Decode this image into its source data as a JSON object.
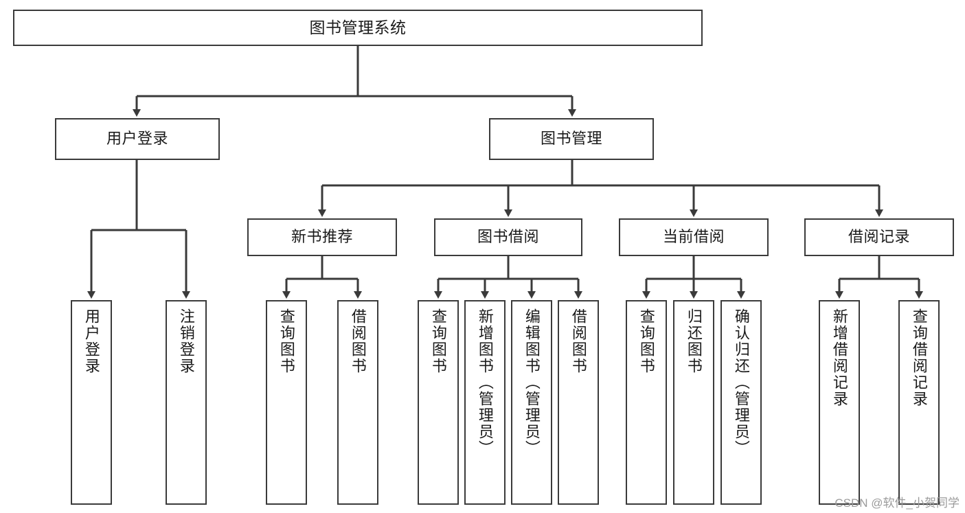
{
  "diagram": {
    "title": "图书管理系统",
    "type": "tree",
    "root": {
      "id": "root",
      "label": "图书管理系统"
    },
    "level2": [
      {
        "id": "user-login",
        "label": "用户登录"
      },
      {
        "id": "book-manage",
        "label": "图书管理"
      }
    ],
    "level3": [
      {
        "id": "new-book-recommend",
        "label": "新书推荐",
        "parent": "book-manage"
      },
      {
        "id": "book-borrow",
        "label": "图书借阅",
        "parent": "book-manage"
      },
      {
        "id": "current-borrow",
        "label": "当前借阅",
        "parent": "book-manage"
      },
      {
        "id": "borrow-record",
        "label": "借阅记录",
        "parent": "book-manage"
      }
    ],
    "leaves": [
      {
        "id": "leaf-user-login",
        "label": "用户登录",
        "parent": "user-login"
      },
      {
        "id": "leaf-user-logout",
        "label": "注销登录",
        "parent": "user-login"
      },
      {
        "id": "leaf-query-book-1",
        "label": "查询图书",
        "parent": "new-book-recommend"
      },
      {
        "id": "leaf-borrow-book-1",
        "label": "借阅图书",
        "parent": "new-book-recommend"
      },
      {
        "id": "leaf-query-book-2",
        "label": "查询图书",
        "parent": "book-borrow"
      },
      {
        "id": "leaf-add-book",
        "label": "新增图书（管理员）",
        "parent": "book-borrow"
      },
      {
        "id": "leaf-edit-book",
        "label": "编辑图书（管理员）",
        "parent": "book-borrow"
      },
      {
        "id": "leaf-borrow-book-2",
        "label": "借阅图书",
        "parent": "book-borrow"
      },
      {
        "id": "leaf-query-book-3",
        "label": "查询图书",
        "parent": "current-borrow"
      },
      {
        "id": "leaf-return-book",
        "label": "归还图书",
        "parent": "current-borrow"
      },
      {
        "id": "leaf-confirm-return",
        "label": "确认归还（管理员）",
        "parent": "current-borrow"
      },
      {
        "id": "leaf-add-record",
        "label": "新增借阅记录",
        "parent": "borrow-record"
      },
      {
        "id": "leaf-query-record",
        "label": "查询借阅记录",
        "parent": "borrow-record"
      }
    ],
    "colors": {
      "stroke": "#3a3a3a",
      "fill": "#ffffff",
      "text": "#1a1a1a",
      "watermark": "#9b9b9b"
    }
  },
  "watermark": {
    "text": "CSDN @软件_小贺同学"
  }
}
